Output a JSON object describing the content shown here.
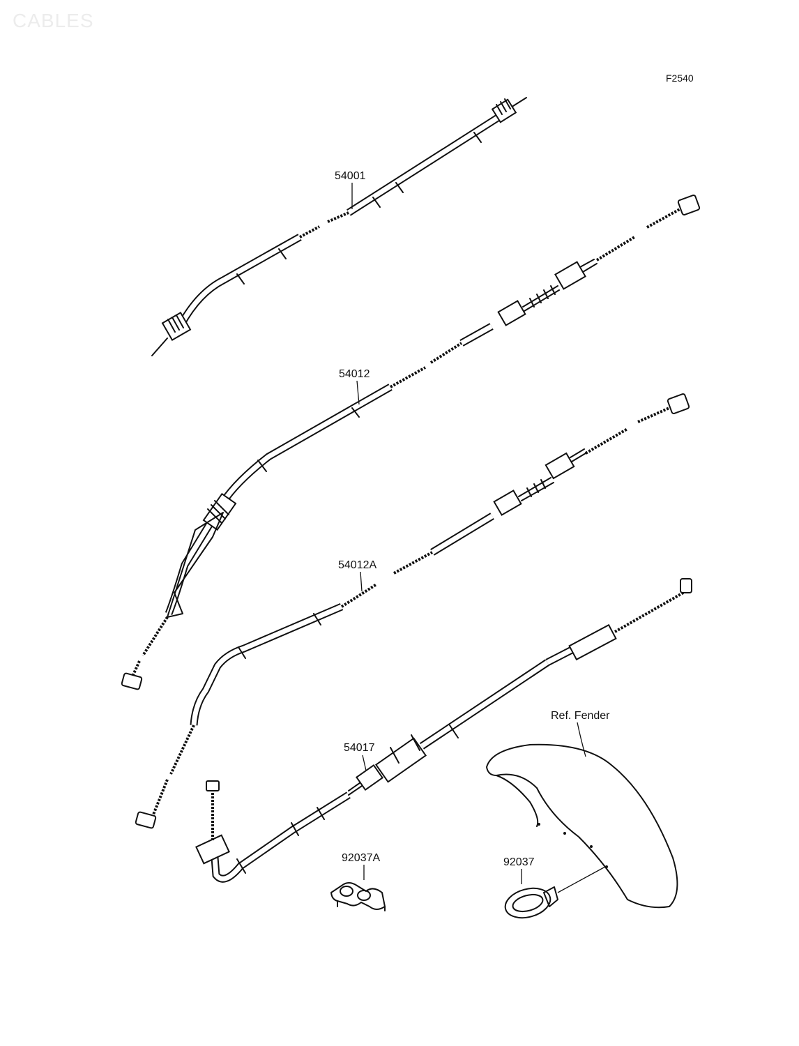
{
  "watermark": "CABLES",
  "figure_code": "F2540",
  "callouts": {
    "speedometer_cable": "54001",
    "throttle_cable_a": "54012",
    "throttle_cable_b": "54012A",
    "clutch_cable": "54017",
    "clamp": "92037A",
    "guide": "92037",
    "fender_ref": "Ref. Fender"
  }
}
